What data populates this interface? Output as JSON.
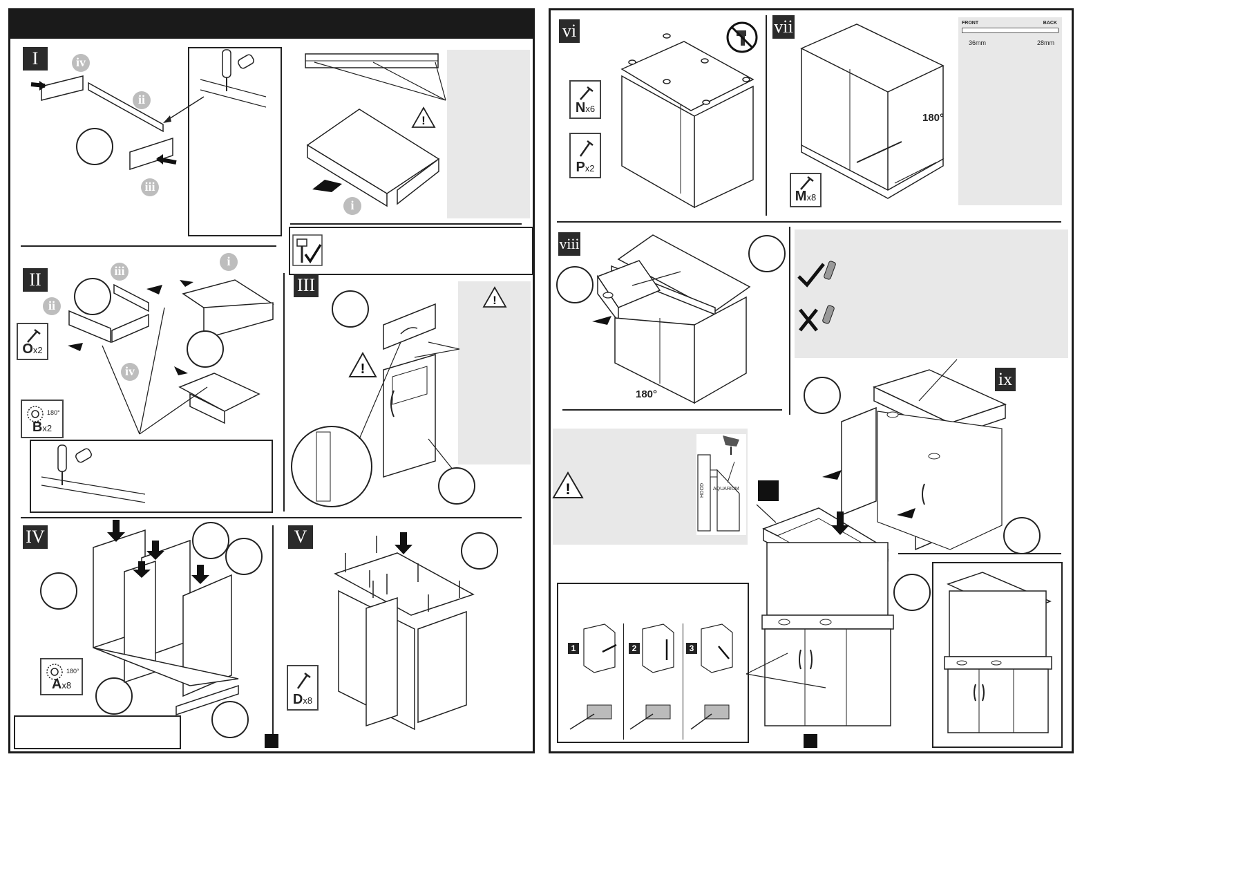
{
  "steps": {
    "s1": "I",
    "s2": "II",
    "s3": "III",
    "s4": "IV",
    "s5": "V",
    "s6": "vi",
    "s7": "vii",
    "s8": "viii",
    "s9": "ix"
  },
  "part_labels": {
    "iv_a": "iv",
    "ii_a": "ii",
    "iii_a": "iii",
    "i_a": "i",
    "iii_b": "iii",
    "ii_b": "ii",
    "iv_b": "iv",
    "i_b": "i"
  },
  "fittings": {
    "O": {
      "letter": "O",
      "qty": "x2"
    },
    "B": {
      "letter": "B",
      "qty": "x2",
      "rotation": "180°"
    },
    "A": {
      "letter": "A",
      "qty": "x8",
      "rotation": "180°"
    },
    "D": {
      "letter": "D",
      "qty": "x8"
    },
    "N": {
      "letter": "N",
      "qty": "x6"
    },
    "P": {
      "letter": "P",
      "qty": "x2"
    },
    "M": {
      "letter": "M",
      "qty": "x8"
    }
  },
  "rotation_labels": {
    "r7": "180°",
    "r8": "180°"
  },
  "rail_detail": {
    "front": "FRONT",
    "back": "BACK",
    "front_mm": "36mm",
    "back_mm": "28mm"
  },
  "hood_detail": {
    "hood": "HOOD",
    "aquarium": "AQUARIUM"
  },
  "adjust_steps": {
    "a1": "1",
    "a2": "2",
    "a3": "3"
  }
}
